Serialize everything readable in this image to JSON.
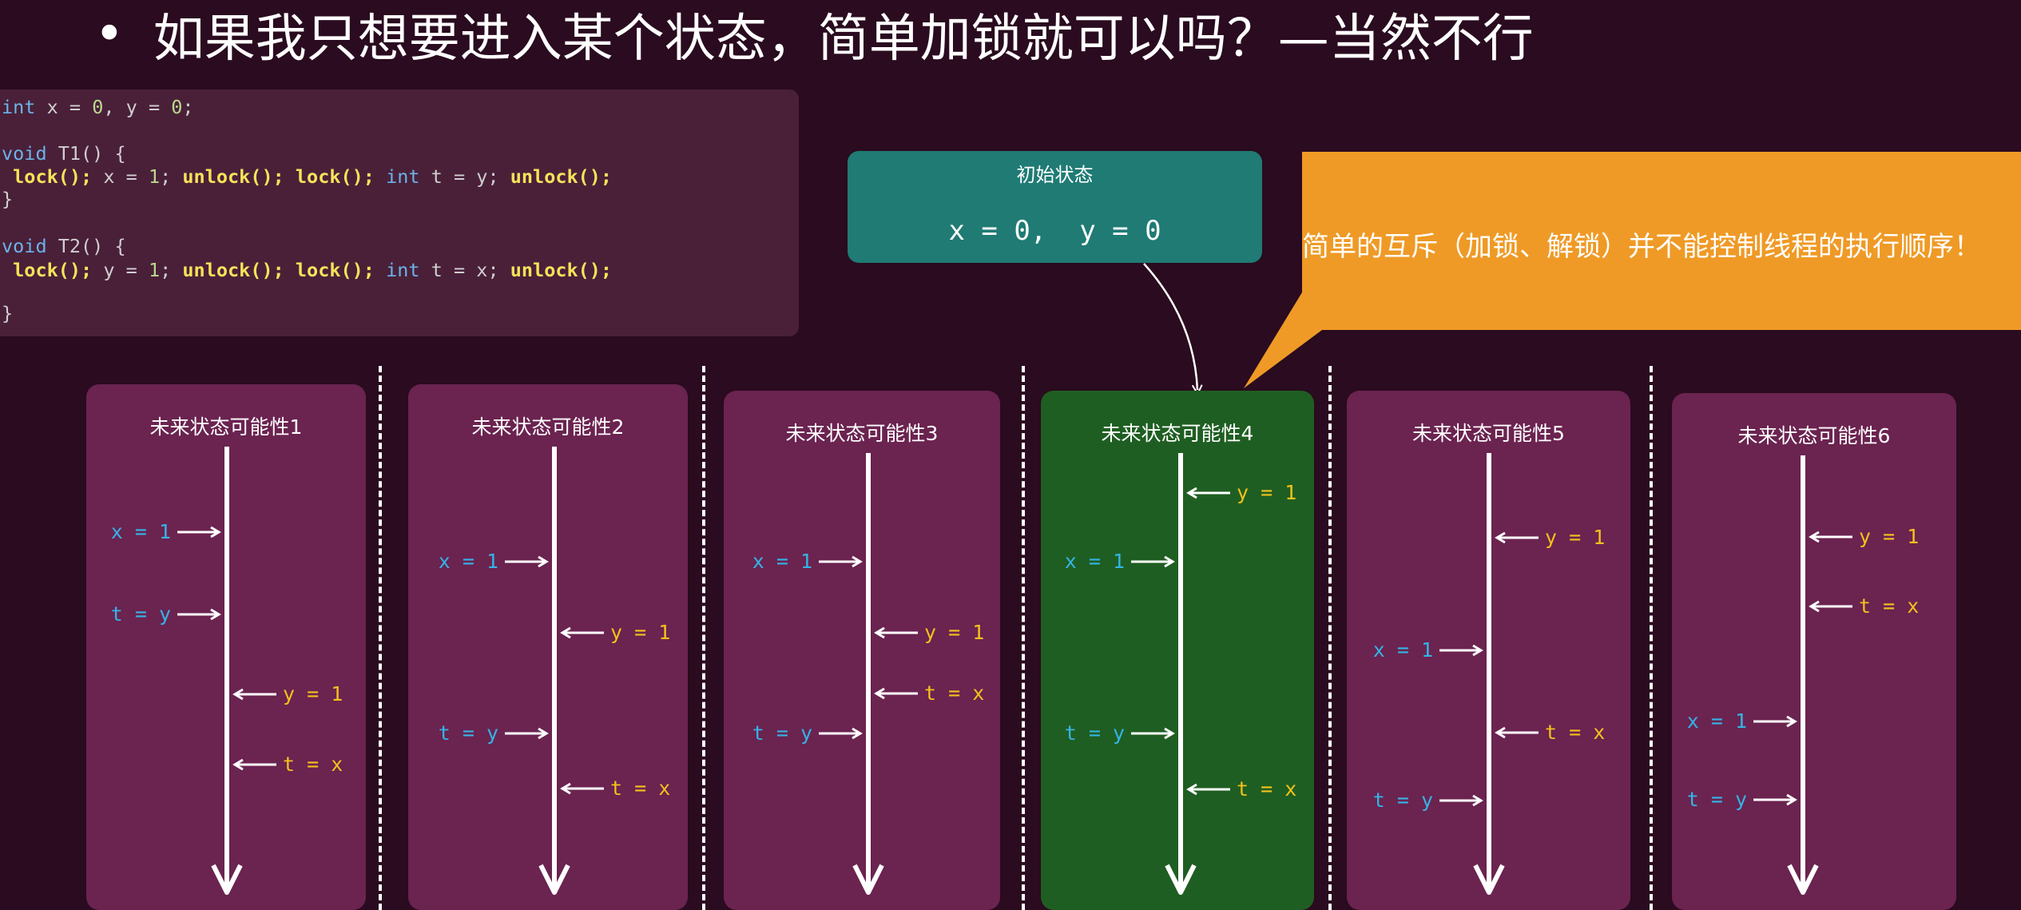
{
  "title": {
    "bullet": "•",
    "text": "如果我只想要进入某个状态，简单加锁就可以吗？—当然不行"
  },
  "code": {
    "lines": [
      "int x = 0, y = 0;",
      "void T1() {",
      " lock(); x = 1; unlock(); lock(); int t = y; unlock();",
      "}",
      "void T2() {",
      " lock(); y = 1; unlock(); lock(); int t = x; unlock();",
      "}"
    ]
  },
  "initial_state": {
    "title": "初始状态",
    "value": "x = 0,  y = 0"
  },
  "callout": {
    "text": "简单的互斥（加锁、解锁）并不能控制线程的执行顺序！",
    "color": "#ef9a26"
  },
  "colors": {
    "background": "#2a0b1f",
    "panel": "#6b2350",
    "panel_highlight": "#1f5e22",
    "thread1": "#34b4e6",
    "thread2": "#f3c21b",
    "init_box": "#1f7b74"
  },
  "panels": [
    {
      "title": "未来状态可能性1",
      "highlighted": false,
      "events": [
        {
          "thread": "T1",
          "label": "x = 1"
        },
        {
          "thread": "T1",
          "label": "t = y"
        },
        {
          "thread": "T2",
          "label": "y = 1"
        },
        {
          "thread": "T2",
          "label": "t = x"
        }
      ]
    },
    {
      "title": "未来状态可能性2",
      "highlighted": false,
      "events": [
        {
          "thread": "T1",
          "label": "x = 1"
        },
        {
          "thread": "T2",
          "label": "y = 1"
        },
        {
          "thread": "T1",
          "label": "t = y"
        },
        {
          "thread": "T2",
          "label": "t = x"
        }
      ]
    },
    {
      "title": "未来状态可能性3",
      "highlighted": false,
      "events": [
        {
          "thread": "T1",
          "label": "x = 1"
        },
        {
          "thread": "T2",
          "label": "y = 1"
        },
        {
          "thread": "T2",
          "label": "t = x"
        },
        {
          "thread": "T1",
          "label": "t = y"
        }
      ]
    },
    {
      "title": "未来状态可能性4",
      "highlighted": true,
      "events": [
        {
          "thread": "T2",
          "label": "y = 1"
        },
        {
          "thread": "T1",
          "label": "x = 1"
        },
        {
          "thread": "T1",
          "label": "t = y"
        },
        {
          "thread": "T2",
          "label": "t = x"
        }
      ]
    },
    {
      "title": "未来状态可能性5",
      "highlighted": false,
      "events": [
        {
          "thread": "T2",
          "label": "y = 1"
        },
        {
          "thread": "T1",
          "label": "x = 1"
        },
        {
          "thread": "T2",
          "label": "t = x"
        },
        {
          "thread": "T1",
          "label": "t = y"
        }
      ]
    },
    {
      "title": "未来状态可能性6",
      "highlighted": false,
      "events": [
        {
          "thread": "T2",
          "label": "y = 1"
        },
        {
          "thread": "T2",
          "label": "t = x"
        },
        {
          "thread": "T1",
          "label": "x = 1"
        },
        {
          "thread": "T1",
          "label": "t = y"
        }
      ]
    }
  ]
}
